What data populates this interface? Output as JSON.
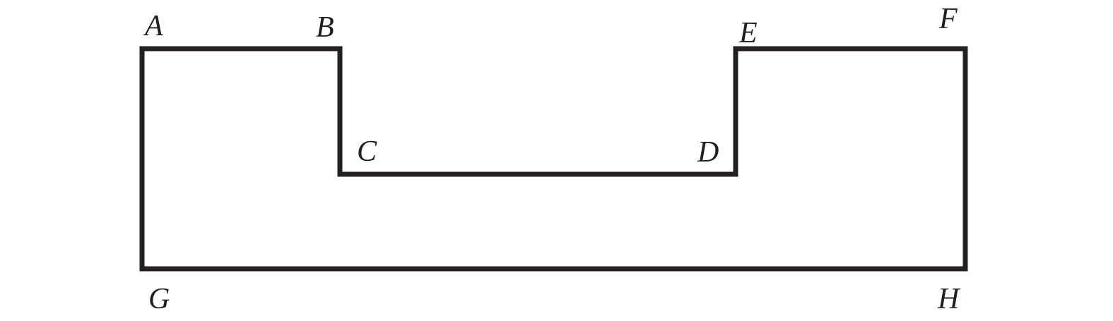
{
  "diagram": {
    "stroke_color": "#231f20",
    "background": "#ffffff",
    "vertices": [
      {
        "id": "A",
        "label": "A"
      },
      {
        "id": "B",
        "label": "B"
      },
      {
        "id": "C",
        "label": "C"
      },
      {
        "id": "D",
        "label": "D"
      },
      {
        "id": "E",
        "label": "E"
      },
      {
        "id": "F",
        "label": "F"
      },
      {
        "id": "G",
        "label": "G"
      },
      {
        "id": "H",
        "label": "H"
      }
    ],
    "outline_order": [
      "A",
      "B",
      "C",
      "D",
      "E",
      "F",
      "H",
      "G"
    ]
  }
}
